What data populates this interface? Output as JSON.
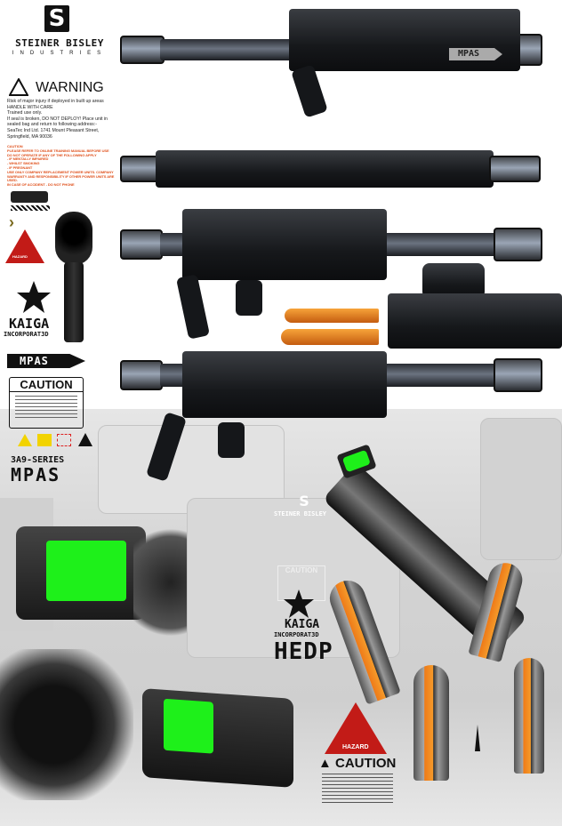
{
  "brand": {
    "logo_letter": "S",
    "name": "STEINER BISLEY",
    "subtitle": "INDUSTRIES"
  },
  "warning": {
    "title": "WARNING",
    "lines": [
      "Risk of major injury if deployed in built up areas",
      "HANDLE WITH CARE",
      "Trained use only.",
      "If seal is broken, DO NOT DEPLOY! Place unit in sealed bag and return to following address:-",
      "SeaTec Ind Ltd. 1741 Mount Pleasant Street, Springfield, MA 90036"
    ]
  },
  "caution_small": {
    "title": "CAUTION",
    "lines": [
      "PLEASE REFER TO ONLINE TRAINING MANUAL BEFORE USE",
      "DO NOT OPERATE IF ANY OF THE FOLLOWING APPLY",
      "- IF MENTALLY IMPAIRED",
      "- WHILST SMOKING",
      "- IF PREGNANT",
      "USE ONLY COMPANY REPLACEMENT POWER UNITS. COMPANY WARRANTY AND RESPONSIBILITY IF OTHER POWER UNITS ARE USED.",
      "IN CASE OF ACCIDENT - DO NOT PHONE"
    ]
  },
  "hazard_label": "HAZARD",
  "kaiga": {
    "line1": "KAIGA",
    "line2": "INCORPORAT3D"
  },
  "series_arrow": "MPAS",
  "caution_label": {
    "title": "CAUTION"
  },
  "series": {
    "line1": "3A9-SERIES",
    "line2": "MPAS"
  },
  "gun_label": "MPAS",
  "hedp": "HEDP",
  "colors": {
    "accent_orange": "#ee7a18",
    "hazard_red": "#c21b17",
    "screen_green": "#1ef01a"
  }
}
